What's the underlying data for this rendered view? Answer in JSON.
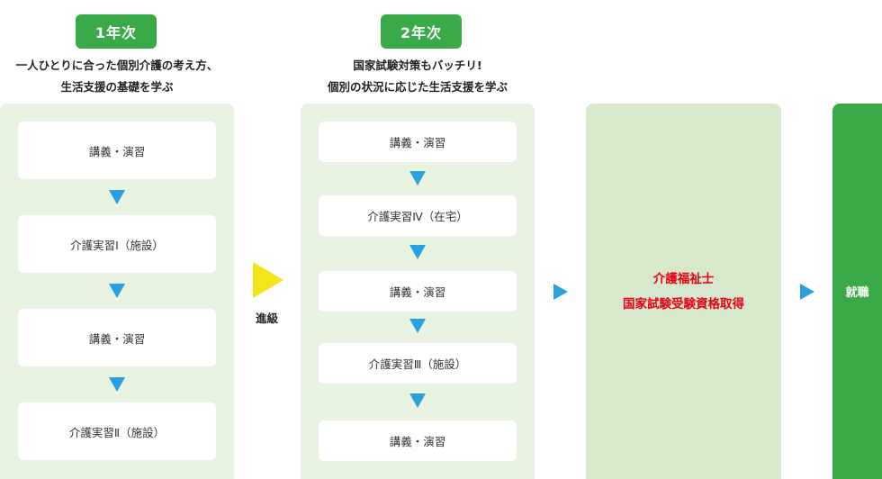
{
  "year1": {
    "badge": "1年次",
    "heading_line1": "一人ひとりに合った個別介護の考え方、",
    "heading_line2": "生活支援の基礎を学ぶ",
    "steps": [
      "講義・演習",
      "介護実習Ⅰ（施設）",
      "講義・演習",
      "介護実習Ⅱ（施設）"
    ]
  },
  "advance_label": "進級",
  "year2": {
    "badge": "2年次",
    "heading_line1": "国家試験対策もバッチリ!",
    "heading_line2": "個別の状況に応じた生活支援を学ぶ",
    "steps": [
      "講義・演習",
      "介護実習Ⅳ（在宅）",
      "講義・演習",
      "介護実習Ⅲ（施設）",
      "講義・演習"
    ]
  },
  "qualification": {
    "line1": "介護福祉士",
    "line2": "国家試験受験資格取得"
  },
  "career_label": "就職",
  "colors": {
    "badge_green": "#3aaa49",
    "panel_green": "#e9f3e2",
    "qualification_panel": "#d6e9cc",
    "arrow_blue": "#2aa1de",
    "advance_arrow_yellow": "#f3e518",
    "qualification_text_red": "#e60012"
  }
}
